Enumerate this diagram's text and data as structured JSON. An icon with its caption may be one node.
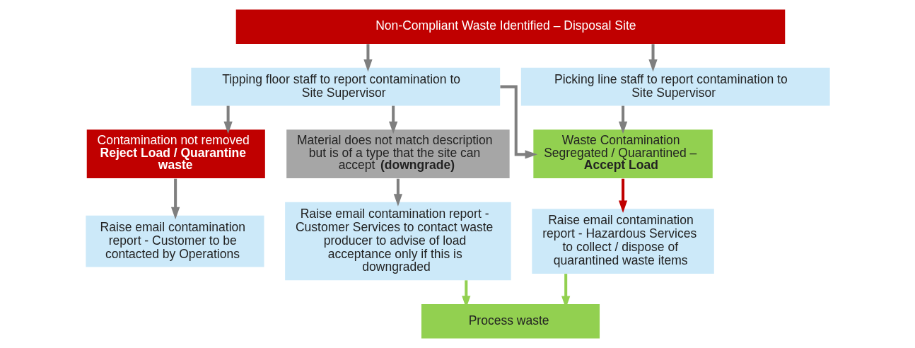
{
  "diagram": {
    "nodes": [
      {
        "text": [
          "Non-Compliant Waste Identified – Disposal Site"
        ]
      },
      {
        "text": [
          "Tipping floor staff to report contamination to Site Supervisor"
        ]
      },
      {
        "text": [
          "Picking line staff to report contamination to Site Supervisor"
        ]
      },
      {
        "text": [
          "Contamination not removed",
          "**Reject Load / Quarantine waste**"
        ]
      },
      {
        "text": [
          "Material does not match description but is of a type that the site can accept **(downgrade)**"
        ]
      },
      {
        "text": [
          "Waste Contamination Segregated / Quarantined – **Accept Load**"
        ]
      },
      {
        "text": [
          "Raise email contamination report - Customer to be contacted by Operations"
        ]
      },
      {
        "text": [
          "Raise email contamination report - Customer Services to contact waste producer to advise of load acceptance only if this is downgraded"
        ]
      },
      {
        "text": [
          "Raise email contamination report - Hazardous Services to collect / dispose of quarantined waste items"
        ]
      },
      {
        "text": [
          "Process waste"
        ]
      }
    ],
    "edges": [
      {
        "from": 0,
        "to": 1,
        "arrow": "to"
      },
      {
        "from": 0,
        "to": 2,
        "arrow": "to"
      },
      {
        "from": 1,
        "to": 3,
        "arrow": "to"
      },
      {
        "from": 1,
        "to": 4,
        "arrow": "to"
      },
      {
        "from": 1,
        "to": 5,
        "arrow": "to"
      },
      {
        "from": 2,
        "to": 5,
        "arrow": "to"
      },
      {
        "from": 3,
        "to": 6,
        "arrow": "to"
      },
      {
        "from": 4,
        "to": 7,
        "arrow": "to"
      },
      {
        "from": 5,
        "to": 8,
        "arrow": "to",
        "color": "#c00000"
      },
      {
        "from": 8,
        "to": 9,
        "arrow": "to",
        "color": "#92d050"
      },
      {
        "from": 7,
        "to": 9,
        "arrow": "to",
        "color": "#92d050"
      }
    ]
  }
}
